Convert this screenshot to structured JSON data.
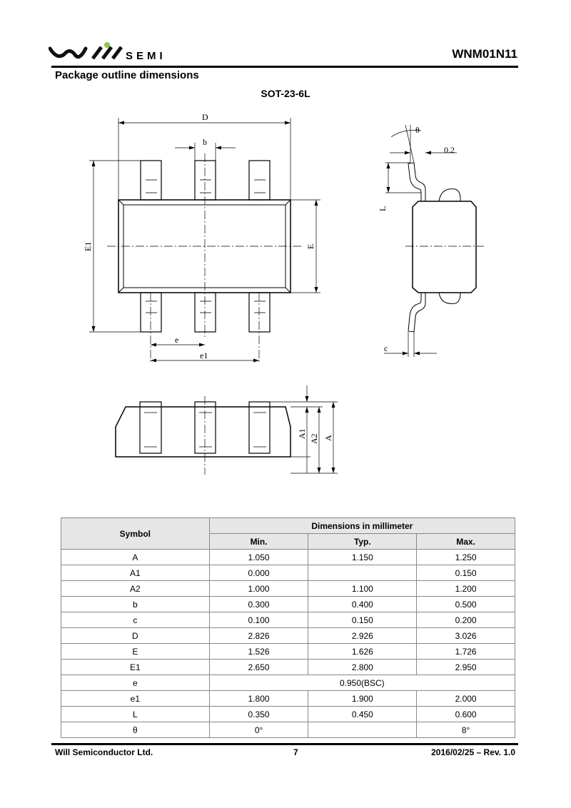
{
  "header": {
    "brand": "SEMI",
    "logo_text": "WILL SEMI",
    "doc_id": "WNM01N11"
  },
  "section_title": "Package outline dimensions",
  "package_name": "SOT-23-6L",
  "drawing_labels": {
    "D": "D",
    "b": "b",
    "E1": "E1",
    "E": "E",
    "e": "e",
    "e1": "e1",
    "theta": "θ",
    "lead_gauge": "0.2",
    "L": "L",
    "c": "c",
    "A1": "A1",
    "A2": "A2",
    "A": "A"
  },
  "table": {
    "symbol_header": "Symbol",
    "group_header": "Dimensions in millimeter",
    "columns": [
      "Min.",
      "Typ.",
      "Max."
    ],
    "rows": [
      {
        "symbol": "A",
        "min": "1.050",
        "typ": "1.150",
        "max": "1.250"
      },
      {
        "symbol": "A1",
        "min": "0.000",
        "typ": "",
        "max": "0.150"
      },
      {
        "symbol": "A2",
        "min": "1.000",
        "typ": "1.100",
        "max": "1.200"
      },
      {
        "symbol": "b",
        "min": "0.300",
        "typ": "0.400",
        "max": "0.500"
      },
      {
        "symbol": "c",
        "min": "0.100",
        "typ": "0.150",
        "max": "0.200"
      },
      {
        "symbol": "D",
        "min": "2.826",
        "typ": "2.926",
        "max": "3.026"
      },
      {
        "symbol": "E",
        "min": "1.526",
        "typ": "1.626",
        "max": "1.726"
      },
      {
        "symbol": "E1",
        "min": "2.650",
        "typ": "2.800",
        "max": "2.950"
      },
      {
        "symbol": "e",
        "span": "0.950(BSC)"
      },
      {
        "symbol": "e1",
        "min": "1.800",
        "typ": "1.900",
        "max": "2.000"
      },
      {
        "symbol": "L",
        "min": "0.350",
        "typ": "0.450",
        "max": "0.600"
      },
      {
        "symbol": "θ",
        "min": "0°",
        "typ": "",
        "max": "8°"
      }
    ]
  },
  "footer": {
    "company": "Will Semiconductor Ltd.",
    "page": "7",
    "date_rev": "2016/02/25 – Rev. 1.0"
  },
  "colors": {
    "logo_dot": "#8dc63f",
    "header_fill": "#e6e6e6"
  }
}
